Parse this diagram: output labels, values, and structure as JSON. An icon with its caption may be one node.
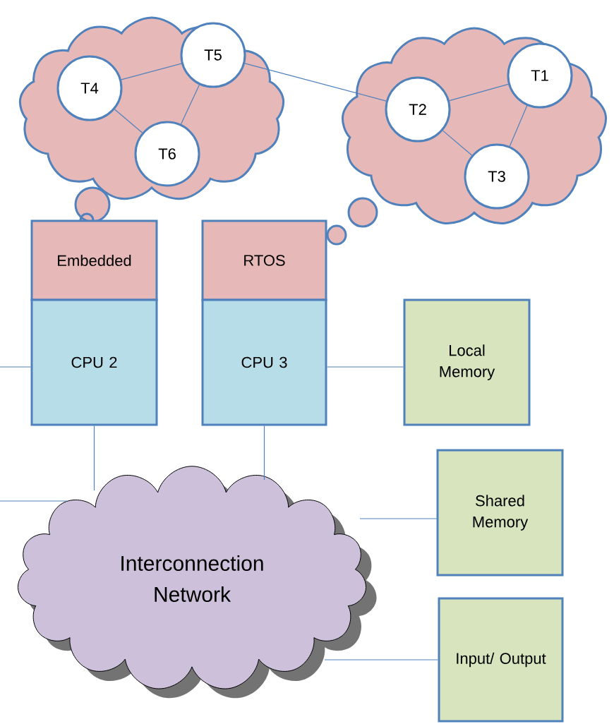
{
  "diagram": {
    "nodes": [
      {
        "text": [],
        "shape": "cloud"
      },
      {
        "text": [
          "T4"
        ],
        "in": 0
      },
      {
        "text": [
          "T5"
        ],
        "in": 0
      },
      {
        "text": [
          "T6"
        ],
        "in": 0
      },
      {
        "text": [],
        "shape": "cloud"
      },
      {
        "text": [
          "T1"
        ],
        "in": 4
      },
      {
        "text": [
          "T2"
        ],
        "in": 4
      },
      {
        "text": [
          "T3"
        ],
        "in": 4
      },
      {
        "text": [
          "Embedded"
        ]
      },
      {
        "text": [
          "CPU 2"
        ]
      },
      {
        "text": [
          "RTOS"
        ]
      },
      {
        "text": [
          "CPU 3"
        ]
      },
      {
        "text": [
          "Local Memory"
        ]
      },
      {
        "text": [
          "Interconnection Network"
        ]
      },
      {
        "text": [
          "Shared Memory"
        ]
      },
      {
        "text": [
          "Input/ Output"
        ]
      }
    ],
    "edges": [
      {
        "from": 1,
        "to": 2,
        "arrow": "none"
      },
      {
        "from": 1,
        "to": 3,
        "arrow": "none"
      },
      {
        "from": 2,
        "to": 3,
        "arrow": "none"
      },
      {
        "from": 2,
        "to": 6,
        "arrow": "none"
      },
      {
        "from": 6,
        "to": 5,
        "arrow": "none"
      },
      {
        "from": 6,
        "to": 7,
        "arrow": "none"
      },
      {
        "from": 5,
        "to": 7,
        "arrow": "none"
      },
      {
        "from": null,
        "to": 9,
        "arrow": "none"
      },
      {
        "from": 11,
        "to": 12,
        "arrow": "none"
      },
      {
        "from": 9,
        "to": 13,
        "arrow": "none"
      },
      {
        "from": 11,
        "to": 13,
        "arrow": "none"
      },
      {
        "from": null,
        "to": 13,
        "arrow": "none"
      },
      {
        "from": 13,
        "to": 14,
        "arrow": "none"
      },
      {
        "from": 13,
        "to": 15,
        "arrow": "none"
      }
    ]
  }
}
